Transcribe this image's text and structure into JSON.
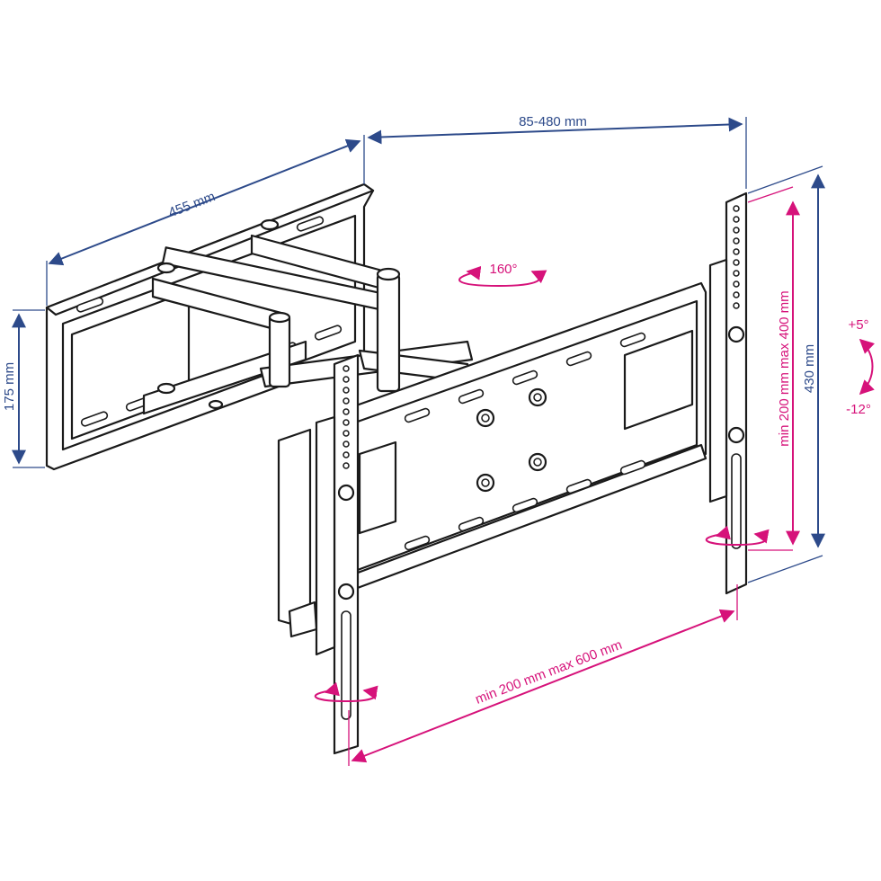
{
  "dimensions": {
    "wall_plate_width": "455 mm",
    "wall_plate_height": "175 mm",
    "extension": "85-480 mm",
    "swivel": "160°",
    "vesa_vertical": "min 200 mm max 400 mm",
    "bracket_height": "430 mm",
    "tilt_up": "+5°",
    "tilt_down": "-12°",
    "vesa_horizontal": "min 200 mm max 600 mm"
  },
  "colors": {
    "outline": "#1a1a1a",
    "dimension_blue": "#2d4a8a",
    "dimension_pink": "#d6127a"
  }
}
